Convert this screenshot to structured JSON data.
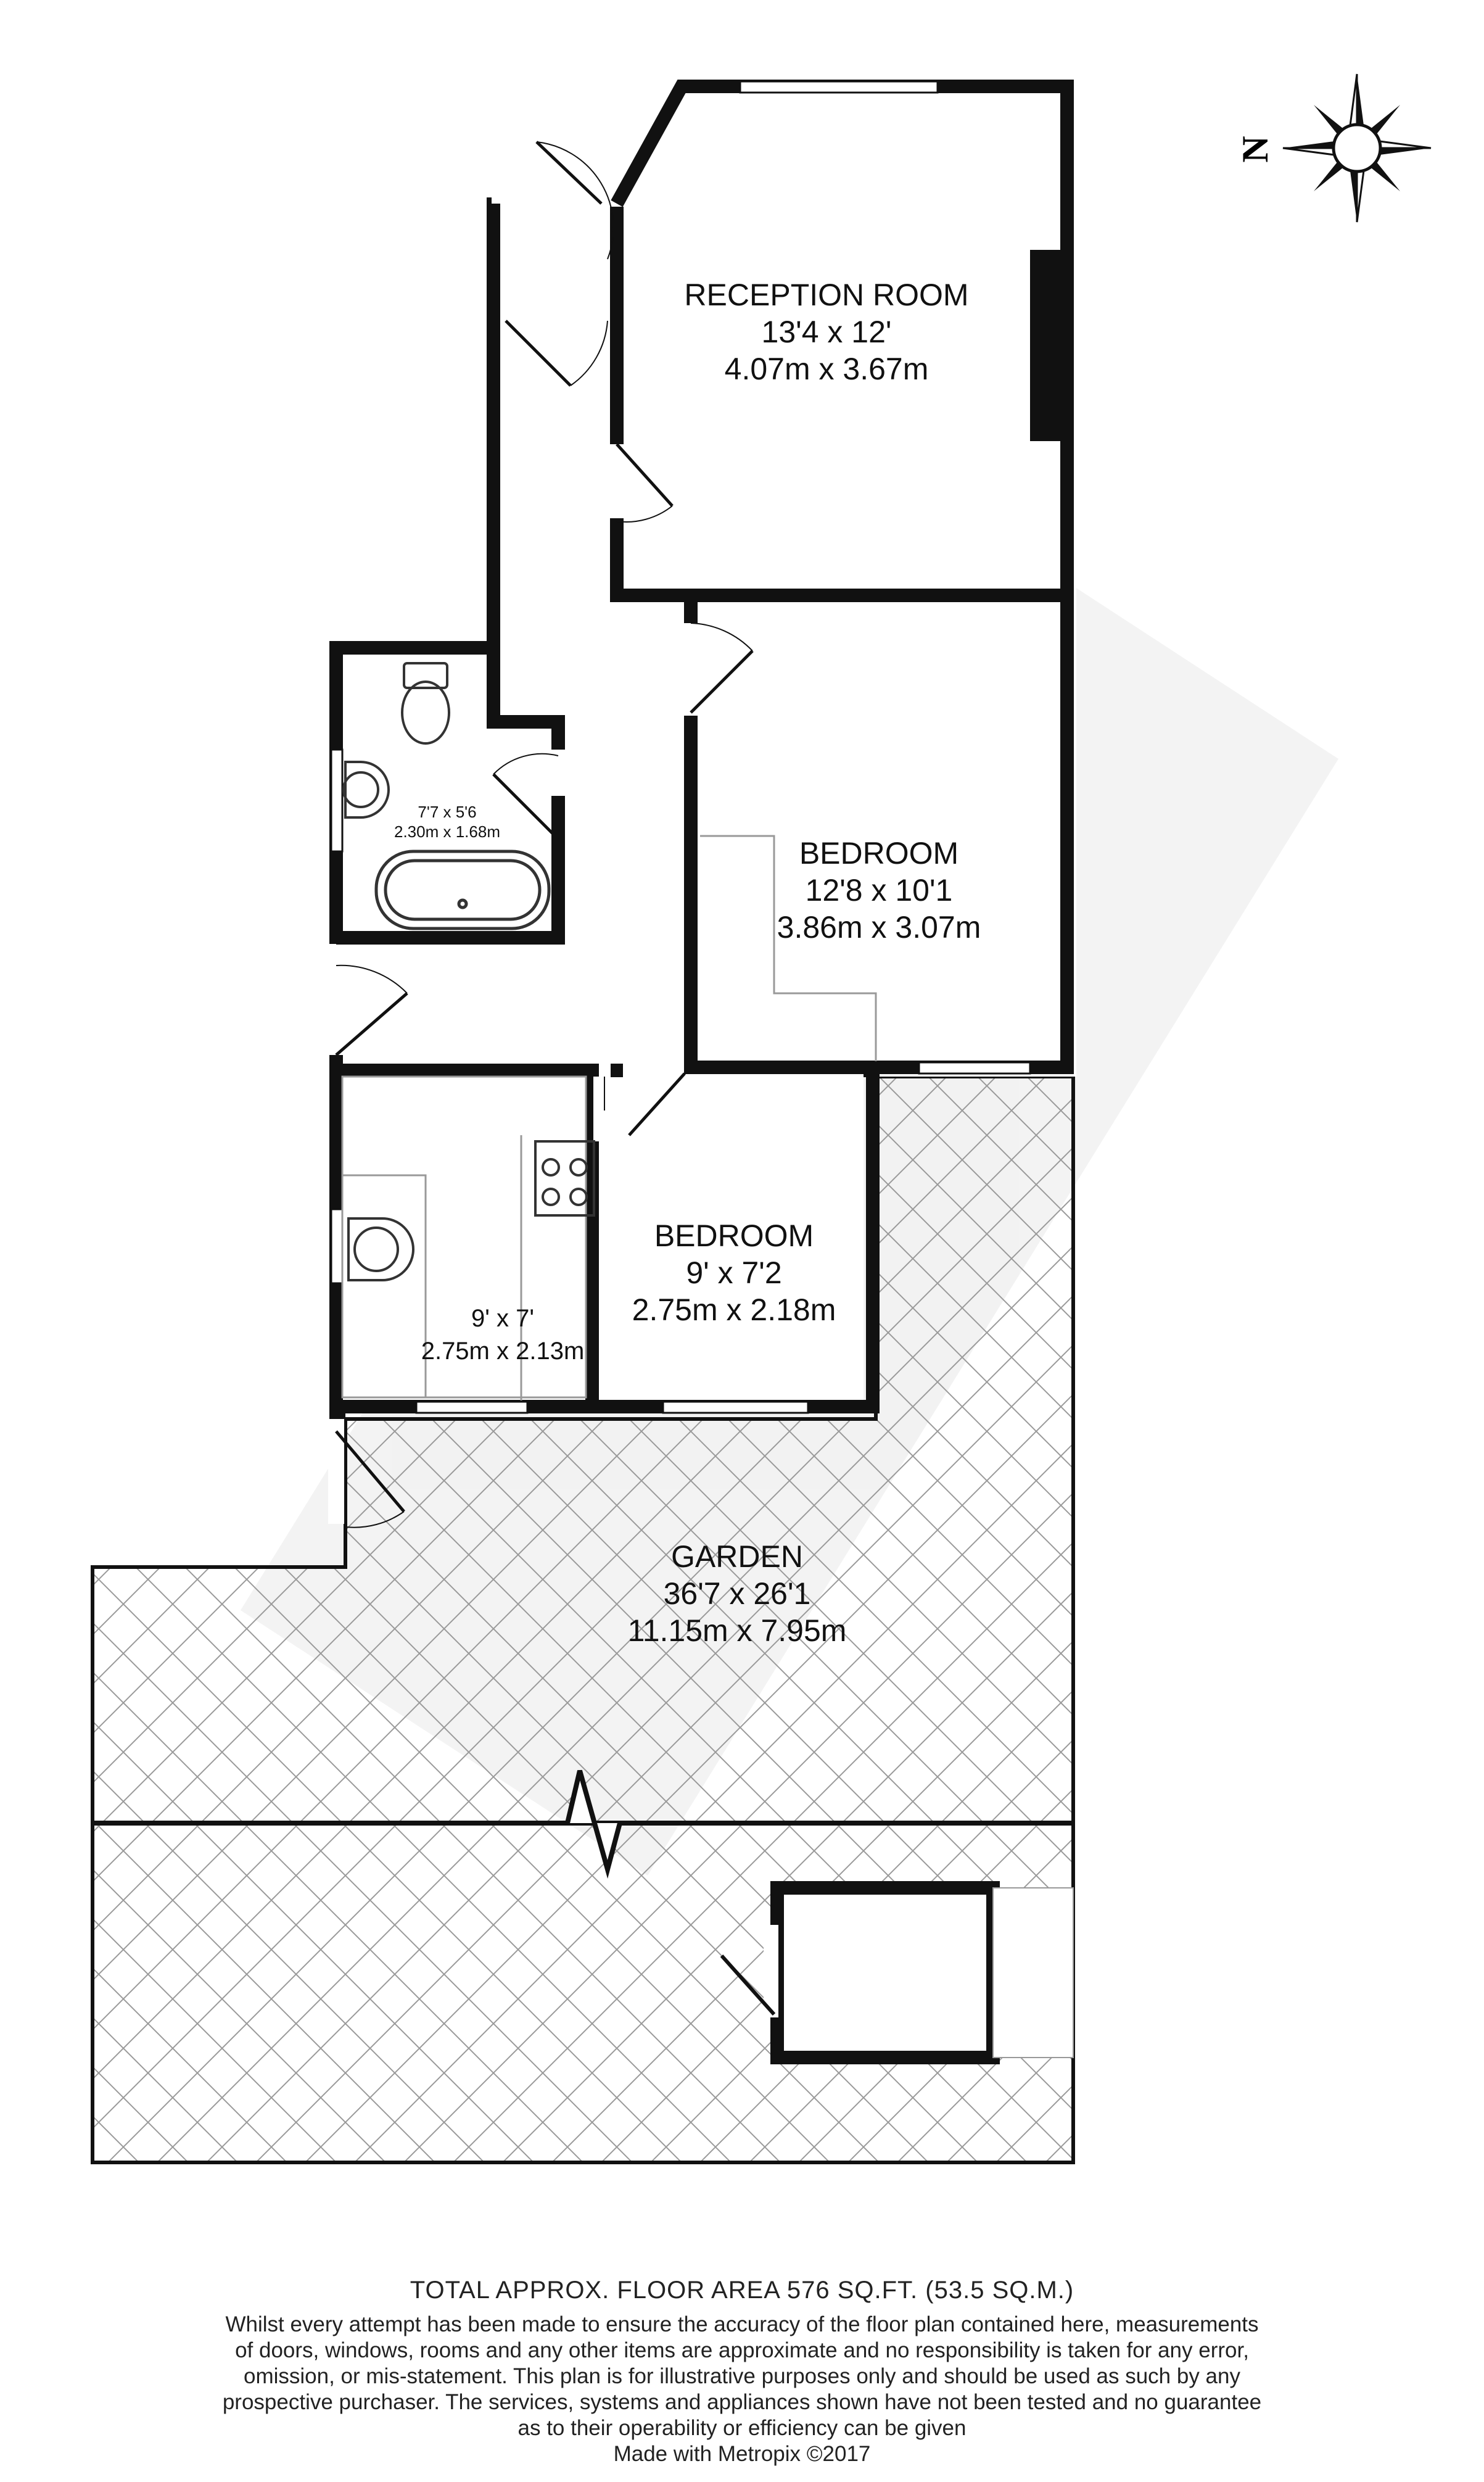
{
  "compass": {
    "north_label": "N",
    "icon": "compass-rose-icon"
  },
  "rooms": {
    "reception": {
      "name": "RECEPTION ROOM",
      "imperial": "13'4 x 12'",
      "metric": "4.07m x 3.67m"
    },
    "bedroom1": {
      "name": "BEDROOM",
      "imperial": "12'8 x 10'1",
      "metric": "3.86m x 3.07m"
    },
    "bathroom": {
      "imperial": "7'7 x 5'6",
      "metric": "2.30m x 1.68m"
    },
    "kitchen": {
      "imperial": "9' x 7'",
      "metric": "2.75m x 2.13m"
    },
    "bedroom2": {
      "name": "BEDROOM",
      "imperial": "9' x 7'2",
      "metric": "2.75m x 2.18m"
    },
    "garden": {
      "name": "GARDEN",
      "imperial": "36'7 x 26'1",
      "metric": "11.15m x 7.95m"
    }
  },
  "footer": {
    "total_area": "TOTAL APPROX. FLOOR AREA 576 SQ.FT. (53.5 SQ.M.)",
    "disclaimer": [
      "Whilst every attempt has been made to ensure the accuracy of the floor plan contained here, measurements",
      "of doors, windows, rooms and any other items are approximate and no responsibility is taken for any error,",
      "omission, or mis-statement. This plan is for illustrative purposes only and should be used as such by any",
      "prospective purchaser. The services, systems and appliances shown have not been tested and no guarantee",
      "as to their operability or efficiency can be given"
    ],
    "credit": "Made with Metropix ©2017"
  },
  "colors": {
    "wall": "#111111",
    "hatch": "#9a9a9a",
    "watermark": "#e8e8e8",
    "fixture": "#333333"
  }
}
